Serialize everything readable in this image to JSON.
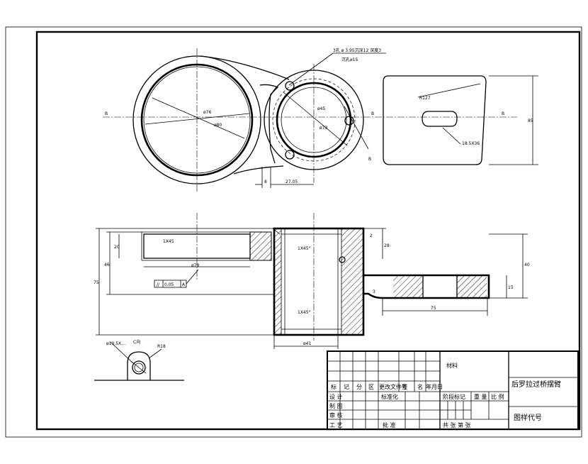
{
  "drawing": {
    "section_mark": "B",
    "dimensions": {
      "top_view": {
        "hole_callout_line1": "3孔 ø 3.95沉深12 深度3",
        "hole_callout_line2": "沉孔ø15",
        "big_circle_d1": "ø76",
        "big_circle_d2": "ø80",
        "small_circle_d1": "ø45",
        "small_circle_d2": "ø73",
        "radius": "R127",
        "slot": "18.5X36",
        "offset": "8",
        "distance": "27.05",
        "height": "85"
      },
      "front_view": {
        "chamfer_a": "1X45",
        "chamfer_b": "1X45°",
        "chamfer_c": "1X45°",
        "diameter_a": "ø78",
        "diameter_b": "ø41",
        "dim_20": "20",
        "dim_46": "46",
        "dim_75": "75",
        "dim_2": "2",
        "dim_28": "28",
        "dim_3": "3",
        "dim_15": "15",
        "dim_40": "40",
        "dim_75b": "75",
        "tolerance_symbol": "//",
        "tolerance_value": "0.05",
        "datum": "A"
      },
      "detail": {
        "label": "C向",
        "dim_a": "ø10.5X…",
        "dim_b": "R18"
      }
    }
  },
  "title_block": {
    "material": "材料",
    "part_name": "后罗拉过桥摆臂",
    "drawing_code": "图样代号",
    "header_row": [
      "标",
      "记",
      "分",
      "区",
      "更改文件号",
      "签",
      "名",
      "年月日"
    ],
    "row_design": "设 计",
    "standardization": "标准化",
    "row_draw": "制 图",
    "row_review": "审 核",
    "row_process": "工 艺",
    "approve": "批 准",
    "stage_mark": "阶段标记",
    "weight": "重 量",
    "scale": "比 例",
    "sheets": "共    张  第    张"
  }
}
